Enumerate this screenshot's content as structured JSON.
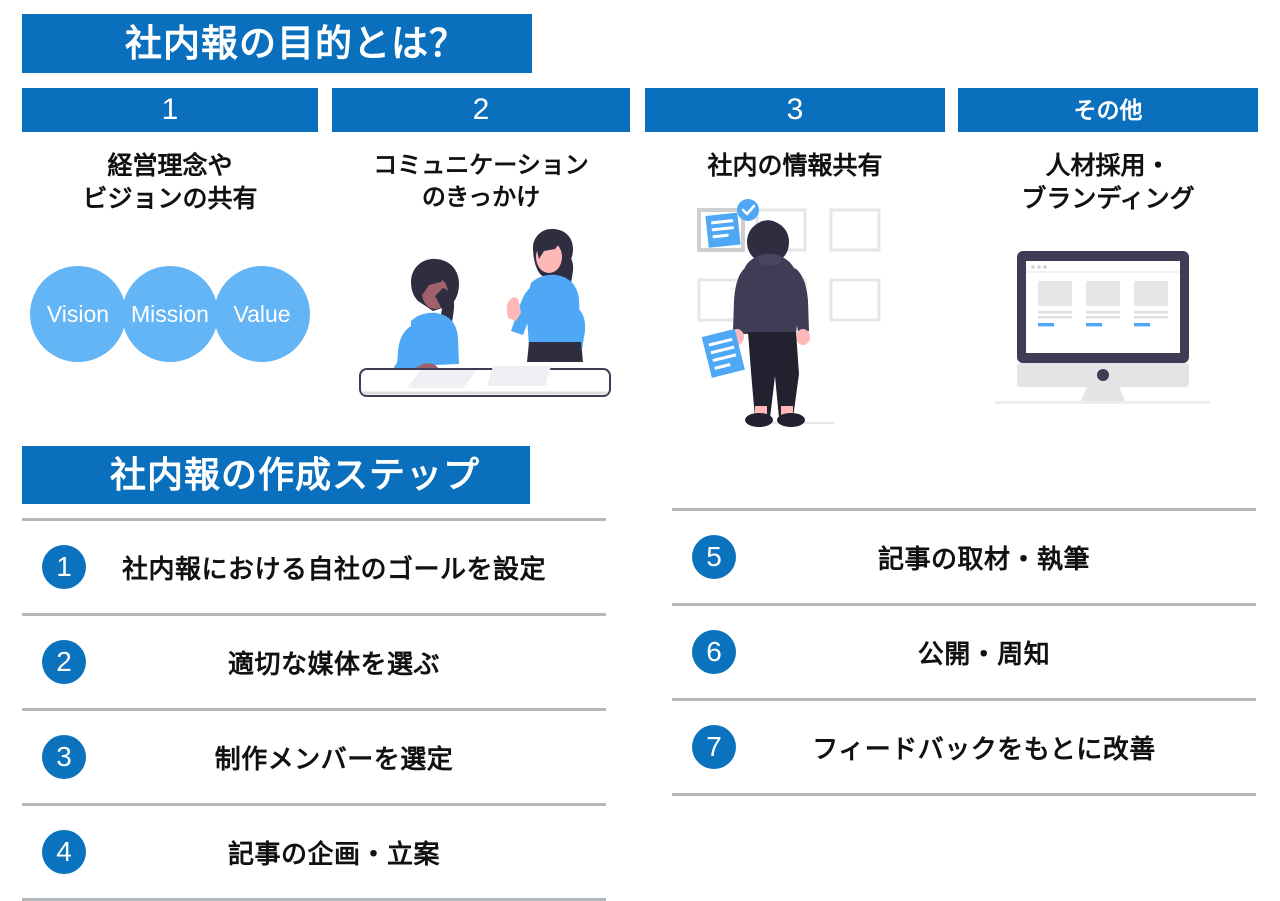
{
  "purpose_section": {
    "title": "社内報の目的とは？",
    "columns": [
      {
        "badge": "1",
        "label": "経営理念や\nビジョンの共有",
        "illustration": "vision-mission-value-circles",
        "bubbles": [
          "Vision",
          "Mission",
          "Value"
        ]
      },
      {
        "badge": "2",
        "label": "コミュニケーション\nのきっかけ",
        "illustration": "two-people-at-table"
      },
      {
        "badge": "3",
        "label": "社内の情報共有",
        "illustration": "person-with-checklist-boards"
      },
      {
        "badge": "その他",
        "label": "人材採用・\nブランディング",
        "illustration": "desktop-monitor-website"
      }
    ]
  },
  "steps_section": {
    "title": "社内報の作成ステップ",
    "left_column": [
      {
        "number": "1",
        "text": "社内報における自社のゴールを設定"
      },
      {
        "number": "2",
        "text": "適切な媒体を選ぶ"
      },
      {
        "number": "3",
        "text": "制作メンバーを選定"
      },
      {
        "number": "4",
        "text": "記事の企画・立案"
      }
    ],
    "right_column": [
      {
        "number": "5",
        "text": "記事の取材・執筆"
      },
      {
        "number": "6",
        "text": "公開・周知"
      },
      {
        "number": "7",
        "text": "フィードバックをもとに改善"
      }
    ]
  },
  "colors": {
    "header_blue": "#0a70bd",
    "badge_blue": "#0b72bd",
    "bubble_blue": "#64b5f6",
    "divider_gray": "#b5b8bb",
    "text_dark": "#111111",
    "illustration_navy": "#3f3d56",
    "illustration_light_blue": "#4fa8f5",
    "skin_tone_light": "#ffb8b8",
    "skin_tone_dark": "#a0616a",
    "background": "#ffffff"
  }
}
